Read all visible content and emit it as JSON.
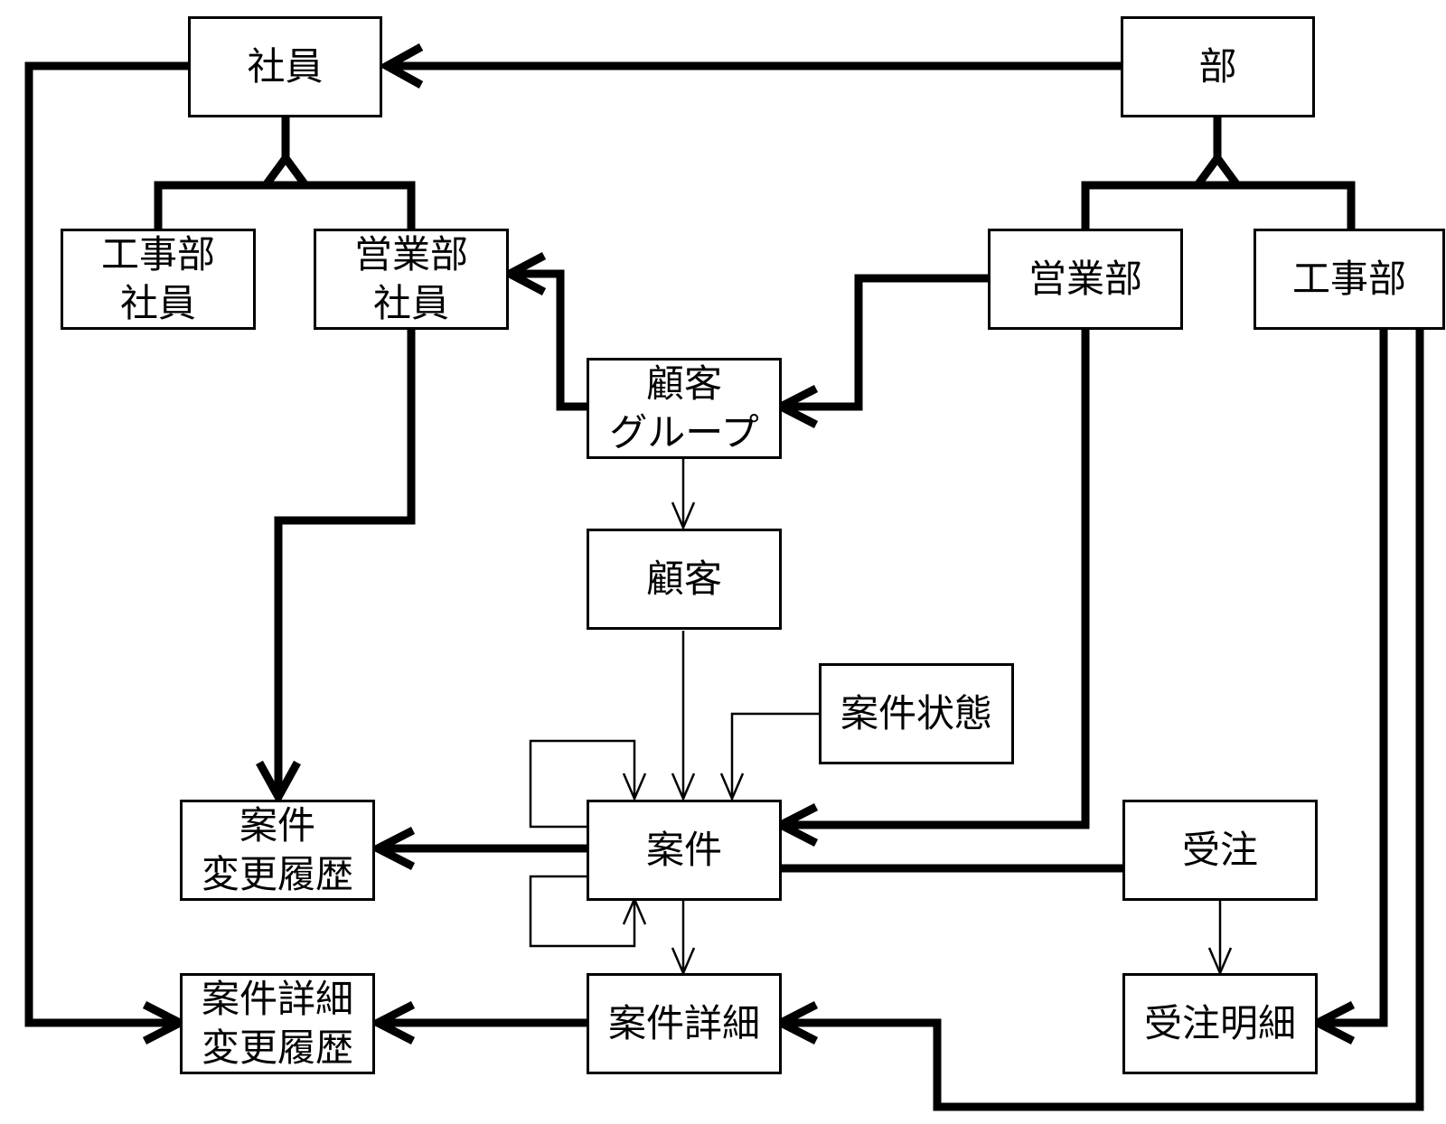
{
  "entities": {
    "shain": {
      "lines": [
        "社員"
      ]
    },
    "bu": {
      "lines": [
        "部"
      ]
    },
    "kojibu_shain": {
      "lines": [
        "工事部",
        "社員"
      ]
    },
    "eigyobu_shain": {
      "lines": [
        "営業部",
        "社員"
      ]
    },
    "eigyobu": {
      "lines": [
        "営業部"
      ]
    },
    "kojibu": {
      "lines": [
        "工事部"
      ]
    },
    "kokyaku_group": {
      "lines": [
        "顧客",
        "グループ"
      ]
    },
    "kokyaku": {
      "lines": [
        "顧客"
      ]
    },
    "anken_jotai": {
      "lines": [
        "案件状態"
      ]
    },
    "anken": {
      "lines": [
        "案件"
      ]
    },
    "anken_henko": {
      "lines": [
        "案件",
        "変更履歴"
      ]
    },
    "juchu": {
      "lines": [
        "受注"
      ]
    },
    "anken_shosai_henko": {
      "lines": [
        "案件詳細",
        "変更履歴"
      ]
    },
    "anken_shosai": {
      "lines": [
        "案件詳細"
      ]
    },
    "juchu_meisai": {
      "lines": [
        "受注明細"
      ]
    }
  },
  "colors": {
    "line": "#000000",
    "box_fill": "#ffffff"
  }
}
